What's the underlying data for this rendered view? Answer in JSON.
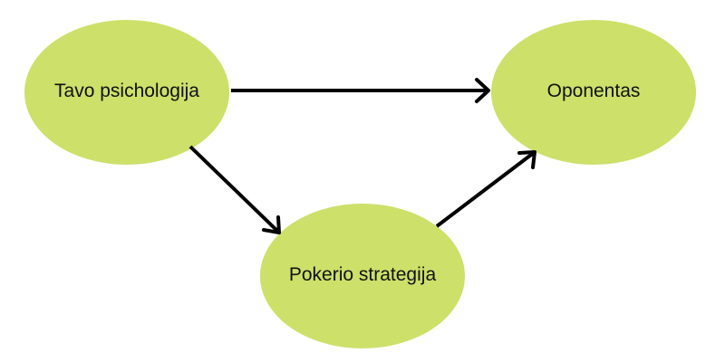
{
  "diagram": {
    "node_color": "#cde06a",
    "arrow_color": "#000000",
    "nodes": {
      "psychology": {
        "label": "Tavo psichologija"
      },
      "opponent": {
        "label": "Oponentas"
      },
      "strategy": {
        "label": "Pokerio strategija"
      }
    },
    "edges": [
      {
        "from": "psychology",
        "to": "opponent"
      },
      {
        "from": "psychology",
        "to": "strategy"
      },
      {
        "from": "strategy",
        "to": "opponent"
      }
    ]
  }
}
